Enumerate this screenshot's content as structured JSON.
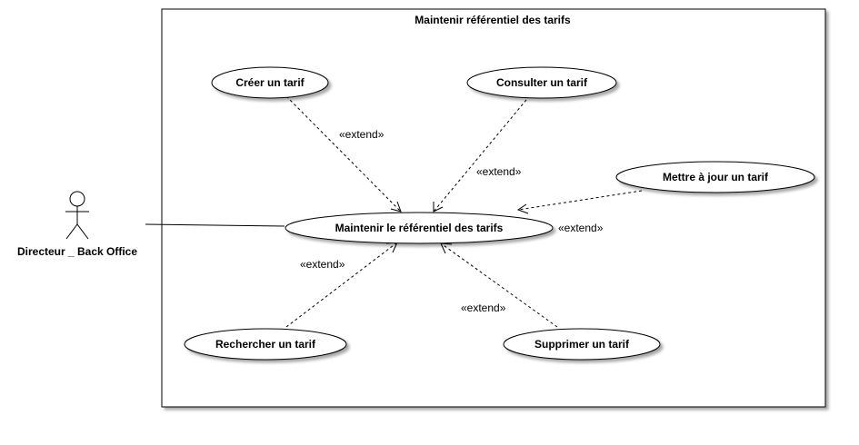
{
  "system": {
    "title": "Maintenir référentiel des tarifs"
  },
  "actor": {
    "name": "Directeur _ Back Office"
  },
  "use_cases": {
    "main": "Maintenir le référentiel des tarifs",
    "create": "Créer un tarif",
    "consult": "Consulter un tarif",
    "update": "Mettre à jour un tarif",
    "search": "Rechercher un tarif",
    "delete": "Supprimer un tarif"
  },
  "relations": {
    "create": "«extend»",
    "consult": "«extend»",
    "update": "«extend»",
    "search": "«extend»",
    "delete": "«extend»"
  }
}
